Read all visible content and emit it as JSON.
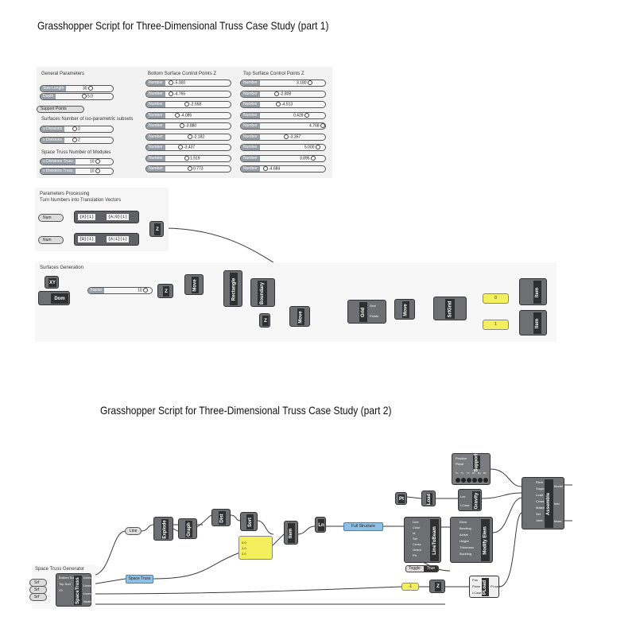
{
  "titles": {
    "part1": "Grasshopper Script for Three-Dimensional Truss Case Study (part 1)",
    "part2": "Grasshopper Script for Three-Dimensional Truss Case Study (part 2)"
  },
  "general_parameters": {
    "header": "General Parameters",
    "size_label": "Size Length",
    "size_value": "30",
    "depth_label": "Depth",
    "depth_value": "5.0",
    "button_label": "Support Points"
  },
  "surfaces": {
    "header": "Surfaces  Number of iso-parametric subsets",
    "u_label": "u Divisions",
    "u_value": "2",
    "v_label": "v Divisions",
    "v_value": "2"
  },
  "space_truss": {
    "header": "Space Truss  Number of Modules",
    "u_label": "u Divisions Truss",
    "u_value": "10",
    "v_label": "v Divisions Truss",
    "v_value": "10"
  },
  "bottom_points": {
    "header": "Bottom Surface Control Points Z",
    "label": "Number",
    "values": [
      "-5.000",
      "-4.765",
      "-2.558",
      "-4.085",
      "-3.880",
      "-2.182",
      "-3.437",
      "1.919",
      "0.773"
    ]
  },
  "top_points": {
    "header": "Top Surface Control Points Z",
    "label": "Number",
    "values": [
      "3.180",
      "-2.808",
      "-4.513",
      "0.428",
      "4.768",
      "-3.357",
      "5.000",
      "3.895",
      "-4.684"
    ]
  },
  "processing": {
    "header1": "Parameters Processing",
    "header2": "Turn Numbers into Translation Vectors",
    "num1": "Num",
    "num2": "Num",
    "expr1_a": "{A}(i)",
    "expr1_b": "{A;0}(i)",
    "expr2_a": "{B}(i)",
    "expr2_b": "{A;1}(i)",
    "z_label": "Z"
  },
  "surfaces_generation": {
    "header": "Surfaces Generation",
    "xy": "XY",
    "dom": "Dom",
    "factor_label": "Factor",
    "factor_value": "10",
    "z1": "Z",
    "z2": "Z",
    "move1": "Move",
    "move2": "Move",
    "move3": "Move",
    "rectangle": "Rectangle",
    "boundary": "Boundary",
    "grid": "Grid",
    "srfgrid": "SrfGrid",
    "grid_out1": "Grid",
    "grid_out2": "Points",
    "panel1": "0",
    "panel2": "1",
    "item1": "Item",
    "item2": "Item"
  },
  "part2": {
    "generator_header": "Space Truss Generator",
    "srf1": "Srf",
    "srf2": "Srf",
    "srf3": "Srf",
    "spacetruss": "SpaceTruss",
    "in_ports": [
      "Bottom Surf",
      "Top Surf",
      "XY"
    ],
    "out_ports": [
      "Lines",
      "Lines",
      "Lines",
      "Nodes"
    ],
    "line_label": "Line",
    "explode": "Explode",
    "graph": "Graph",
    "dist": "Dist",
    "sort": "Sort",
    "item": "Item",
    "ln": "Ln",
    "panel_lines": [
      "0.0",
      "1.0",
      "2.0"
    ],
    "full_structure": "Full Structure",
    "space_truss": "Space Truss",
    "line_to_beam": "LineToBeam",
    "ltb_ports": [
      "Line",
      "Color",
      "Id",
      "Set",
      "Cross",
      "Orient",
      "Ptr"
    ],
    "modify_elem": "Modify Elem",
    "me_ports": [
      "Elem",
      "Bending",
      "Active",
      "Height",
      "Thickness",
      "Buckling"
    ],
    "toggle_label": "Toggle",
    "toggle_value": "True",
    "pt": "Pt",
    "load": "Load",
    "gravity": "Gravity",
    "grav_ports": [
      "Lax",
      "LCase"
    ],
    "support_label": "Support",
    "support_ports": [
      "Position",
      "Plane"
    ],
    "swatch_labels": [
      "Tx",
      "Ty",
      "Tz",
      "Rx",
      "Ry",
      "Rz"
    ],
    "assemble": "Assemble",
    "assemble_in": [
      "Elem",
      "Support",
      "Load",
      "Cross",
      "Material",
      "Set",
      "Joint"
    ],
    "assemble_out": [
      "Model",
      "Info",
      "Mass"
    ],
    "pt_load": "PLoad",
    "ptload_ports": [
      "Pos",
      "Plane",
      "LCase"
    ],
    "value_panel": "-1",
    "z3": "Z"
  }
}
